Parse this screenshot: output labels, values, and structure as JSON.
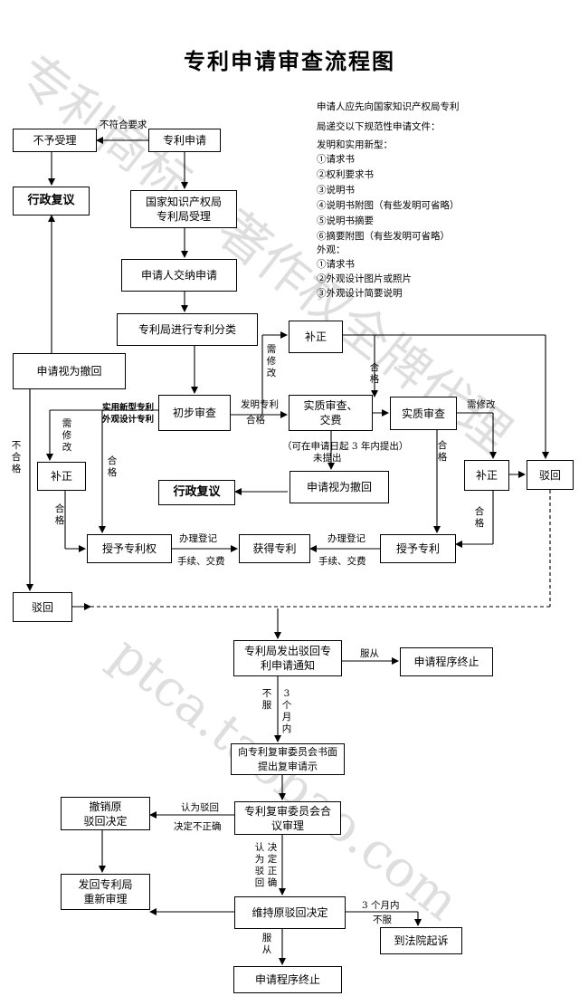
{
  "title": "专利申请审查流程图",
  "watermark": {
    "text1": "专利商标、著作权全牌代理",
    "text2": "ptca.taobao.com"
  },
  "notes": {
    "intro1": "申请人应先向国家知识产权局专利",
    "intro2": "局递交以下规范性申请文件：",
    "invention_header": "发明和实用新型：",
    "invention_items": [
      "①请求书",
      "②权利要求书",
      "③说明书",
      "④说明书附图（有些发明可省略）",
      "⑤说明书摘要",
      "⑥摘要附图（有些发明可省略）"
    ],
    "design_header": "外观：",
    "design_items": [
      "①请求书",
      "②外观设计图片或照片",
      "③外观设计简要说明"
    ]
  },
  "boxes": {
    "not_accepted": "不予受理",
    "apply": "专利申请",
    "admin_review_1": "行政复议",
    "cnipa_accept": "国家知识产权局\n专利局受理",
    "pay_fee": "申请人交纳申请",
    "classify": "专利局进行专利分类",
    "deemed_withdrawn_left": "申请视为撤回",
    "prelim_exam": "初步审查",
    "correct_top": "补正",
    "substantive_request": "实质审查、\n交费",
    "substantive_exam": "实质审查",
    "correct_left": "补正",
    "correct_right": "补正",
    "rejected_right": "驳回",
    "admin_review_2": "行政复议",
    "deemed_withdrawn_mid": "申请视为撤回",
    "grant_left": "授予专利权",
    "obtain_patent": "获得专利",
    "grant_right": "授予专利",
    "rejected_left": "驳回",
    "reject_notice": "专利局发出驳回专\n利申请通知",
    "terminate_1": "申请程序终止",
    "reexam_request": "向专利复审委员会书面\n提出复审请示",
    "reexam_board": "专利复审委员会合\n议审理",
    "revoke": "撤销原\n驳回决定",
    "return_exam": "发回专利局\n重新审理",
    "maintain": "维持原驳回决定",
    "court": "到法院起诉",
    "terminate_2": "申请程序终止"
  },
  "labels": {
    "non_compliant": "不符合要求",
    "needs_fix_1": "需\n修\n改",
    "invention_patent": "发明专利",
    "qualified_1": "合格",
    "utility_design_1": "实用新型专利",
    "utility_design_2": "外观设计专利",
    "needs_fix_2": "需\n修\n改",
    "qualified_2": "合\n格",
    "not_qualified": "不\n合\n格",
    "qualified_3": "合\n格",
    "qualified_4": "合\n格",
    "within_3yrs": "（可在申请日起 3 年内提出）",
    "not_filed": "未提出",
    "needs_fix_3": "需修改",
    "qualified_5": "合\n格",
    "qualified_6": "合\n格",
    "qualified_7": "合\n格",
    "register_1": "办理登记",
    "fees_1": "手续、交费",
    "register_2": "办理登记",
    "fees_2": "手续、交费",
    "accept_1": "服从",
    "not_accept_1": "不\n服",
    "three_months_1": "3\n个\n月\n内",
    "deem_rejection": "认为驳回",
    "decision_incorrect": "决定不正确",
    "deem_rejection_v": "认\n为\n驳\n回",
    "decision_correct_v": "决\n定\n正\n确",
    "three_months_2": "3 个月内",
    "not_accept_2": "不服",
    "accept_2": "服\n从"
  }
}
